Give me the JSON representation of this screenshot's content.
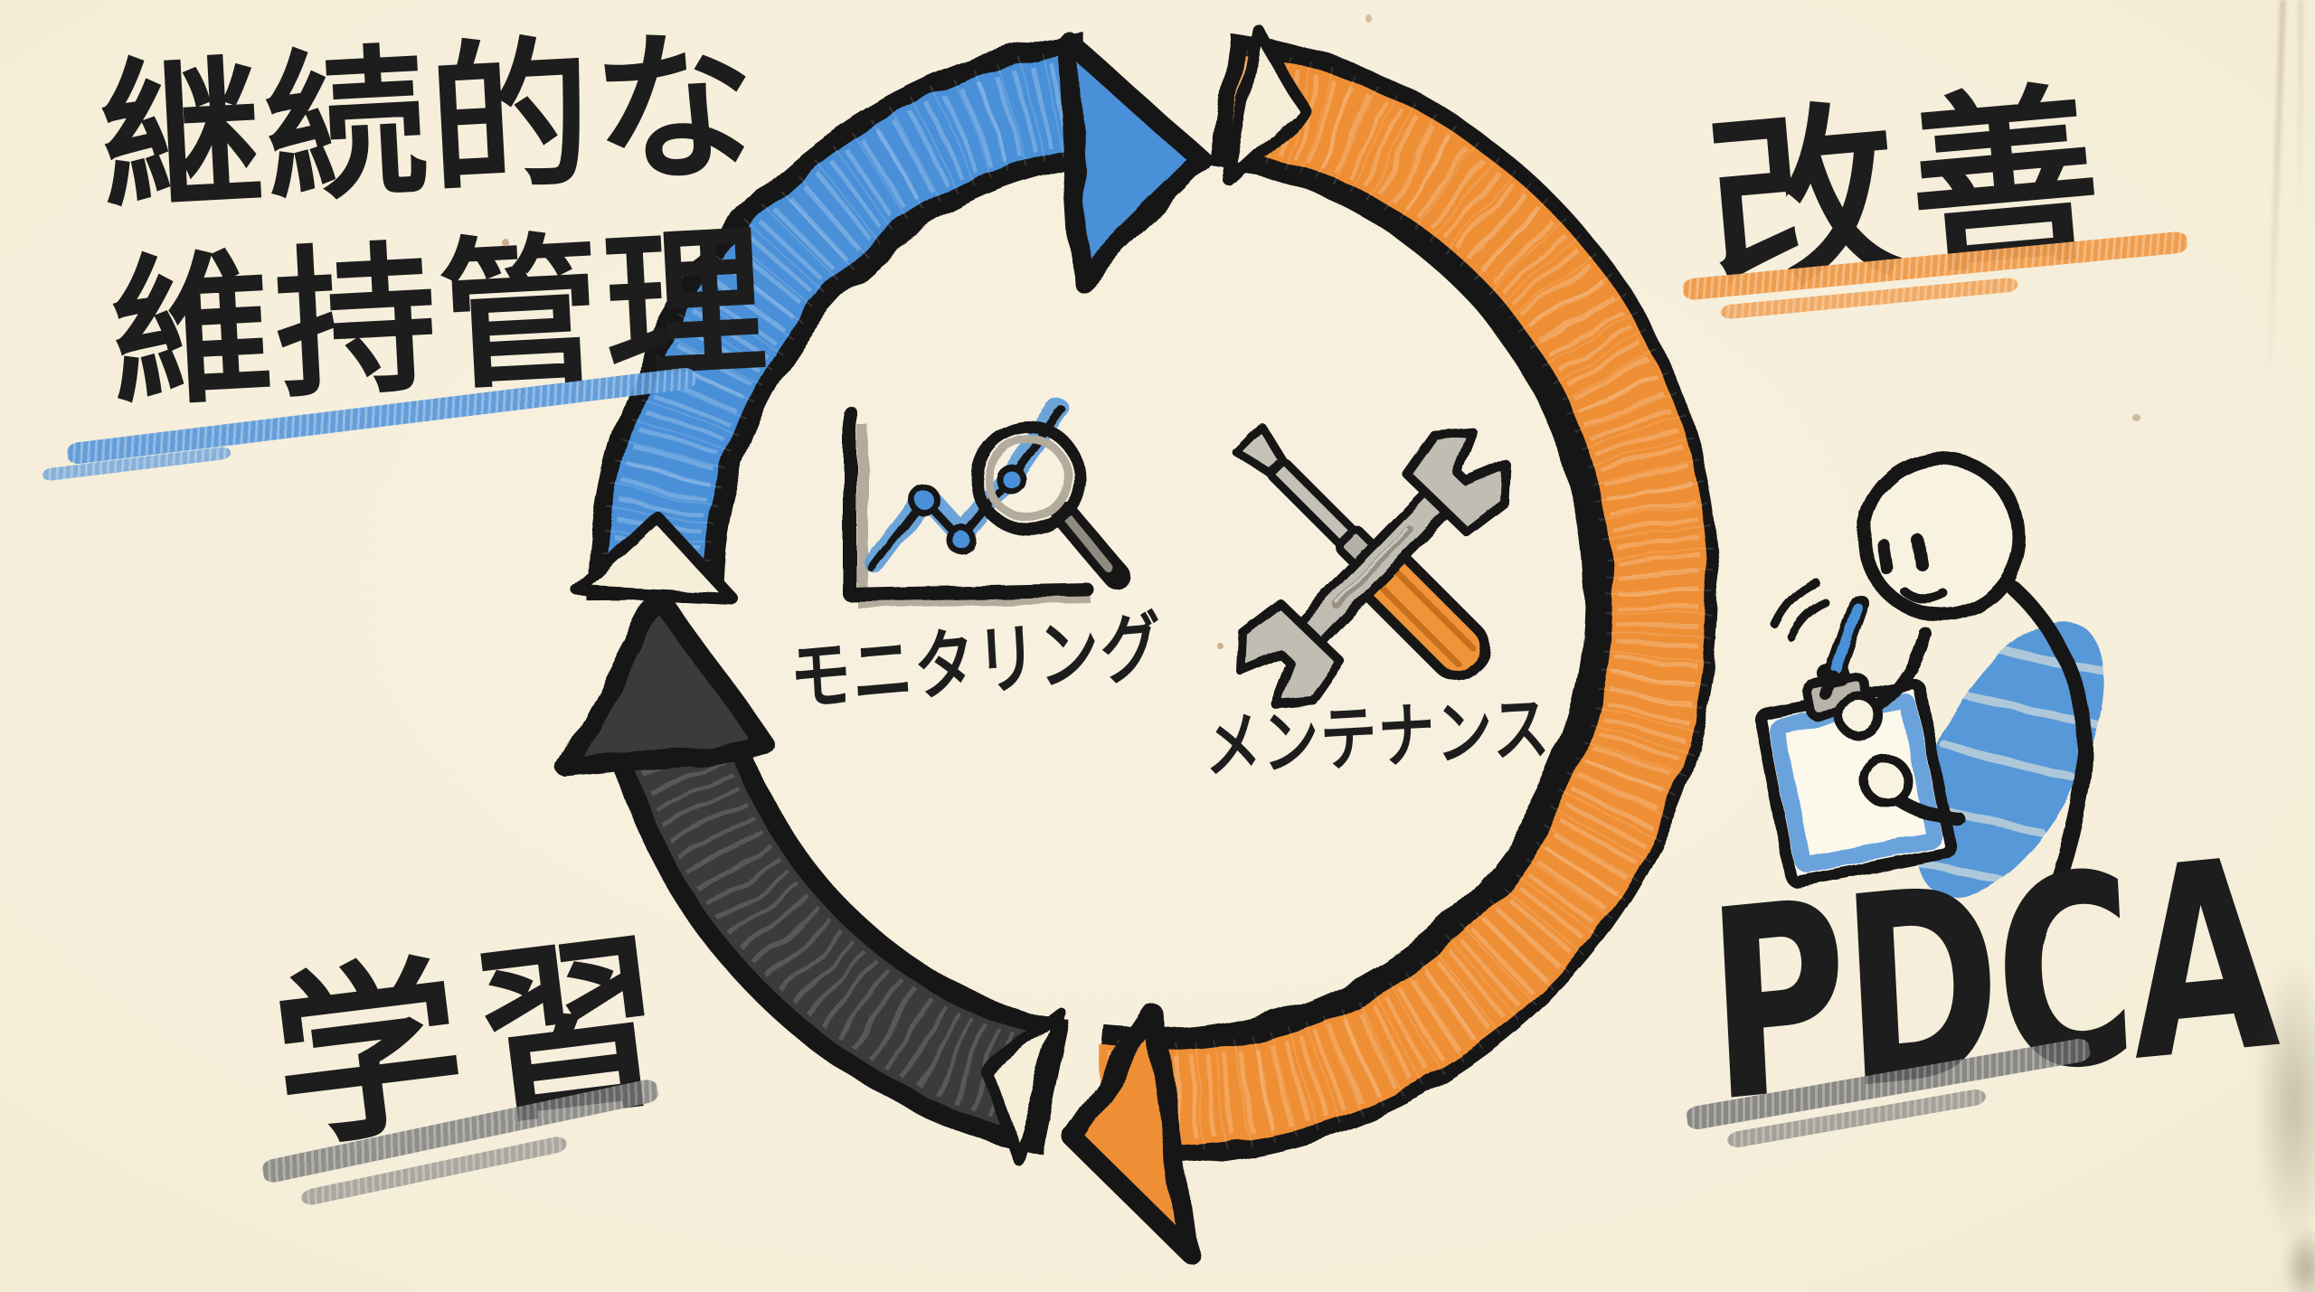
{
  "colors": {
    "paper": "#f5eed9",
    "ink": "#1a1a1a",
    "blue": "#4a90d8",
    "orange": "#ef8f35",
    "dark_gray": "#3a3a3a",
    "pencil_gray": "#757575",
    "metal_gray": "#c2bdb3",
    "underline_blue": "#5898da",
    "underline_orange": "#f09a47"
  },
  "cycle": {
    "type": "cycle-diagram",
    "direction": "clockwise",
    "arrows": [
      {
        "name": "blue-arrow",
        "color": "#4a90d8"
      },
      {
        "name": "orange-arrow",
        "color": "#ef8f35"
      },
      {
        "name": "dark-arrow",
        "color": "#3a3a3a"
      }
    ]
  },
  "labels": {
    "top_left": {
      "line1": "継続的な",
      "line2": "維持管理",
      "underline_color": "#5898da"
    },
    "top_right": {
      "text": "改善",
      "underline_color": "#f09a47"
    },
    "bottom_left": {
      "text": "学習",
      "underline_color": "#787878"
    },
    "bottom_right": {
      "text": "PDCA",
      "underline_color": "#6f6f6f"
    },
    "monitoring": {
      "text": "モニタリング"
    },
    "maintenance": {
      "text": "メンテナンス"
    }
  },
  "icons": {
    "monitoring": "line-chart-with-magnifier",
    "maintenance": "crossed-wrench-and-screwdriver",
    "person": "figure-writing-on-clipboard"
  }
}
